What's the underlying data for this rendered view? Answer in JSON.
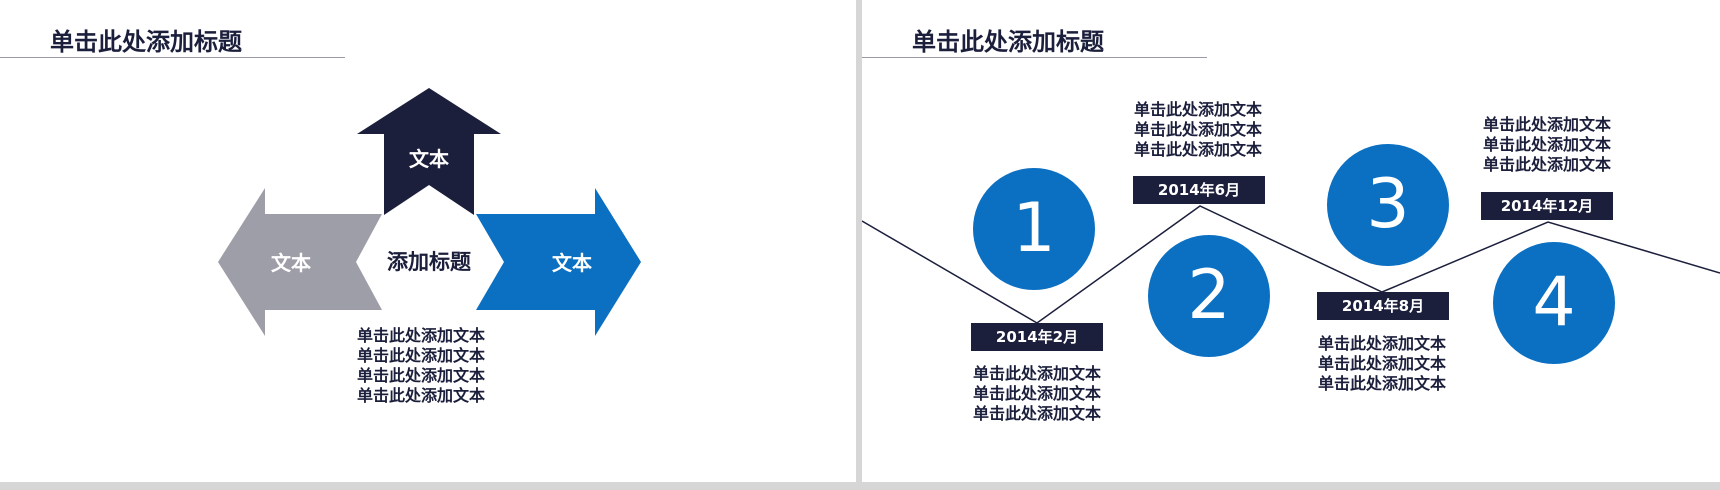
{
  "colors": {
    "navy": "#1c1f3c",
    "blue": "#0b6fc2",
    "gray": "#9e9ea8",
    "line": "#1c1f3c"
  },
  "left": {
    "title": "单击此处添加标题",
    "arrows": {
      "top": "文本",
      "left": "文本",
      "right": "文本"
    },
    "center": "添加标题",
    "body": [
      "单击此处添加文本",
      "单击此处添加文本",
      "单击此处添加文本",
      "单击此处添加文本"
    ]
  },
  "right": {
    "title": "单击此处添加标题",
    "milestones": [
      {
        "number": "1",
        "date": "2014年2月",
        "text": [
          "单击此处添加文本",
          "单击此处添加文本",
          "单击此处添加文本"
        ]
      },
      {
        "number": "2",
        "date": "2014年6月",
        "text": [
          "单击此处添加文本",
          "单击此处添加文本",
          "单击此处添加文本"
        ]
      },
      {
        "number": "3",
        "date": "2014年8月",
        "text": [
          "单击此处添加文本",
          "单击此处添加文本",
          "单击此处添加文本"
        ]
      },
      {
        "number": "4",
        "date": "2014年12月",
        "text": [
          "单击此处添加文本",
          "单击此处添加文本",
          "单击此处添加文本"
        ]
      }
    ]
  }
}
